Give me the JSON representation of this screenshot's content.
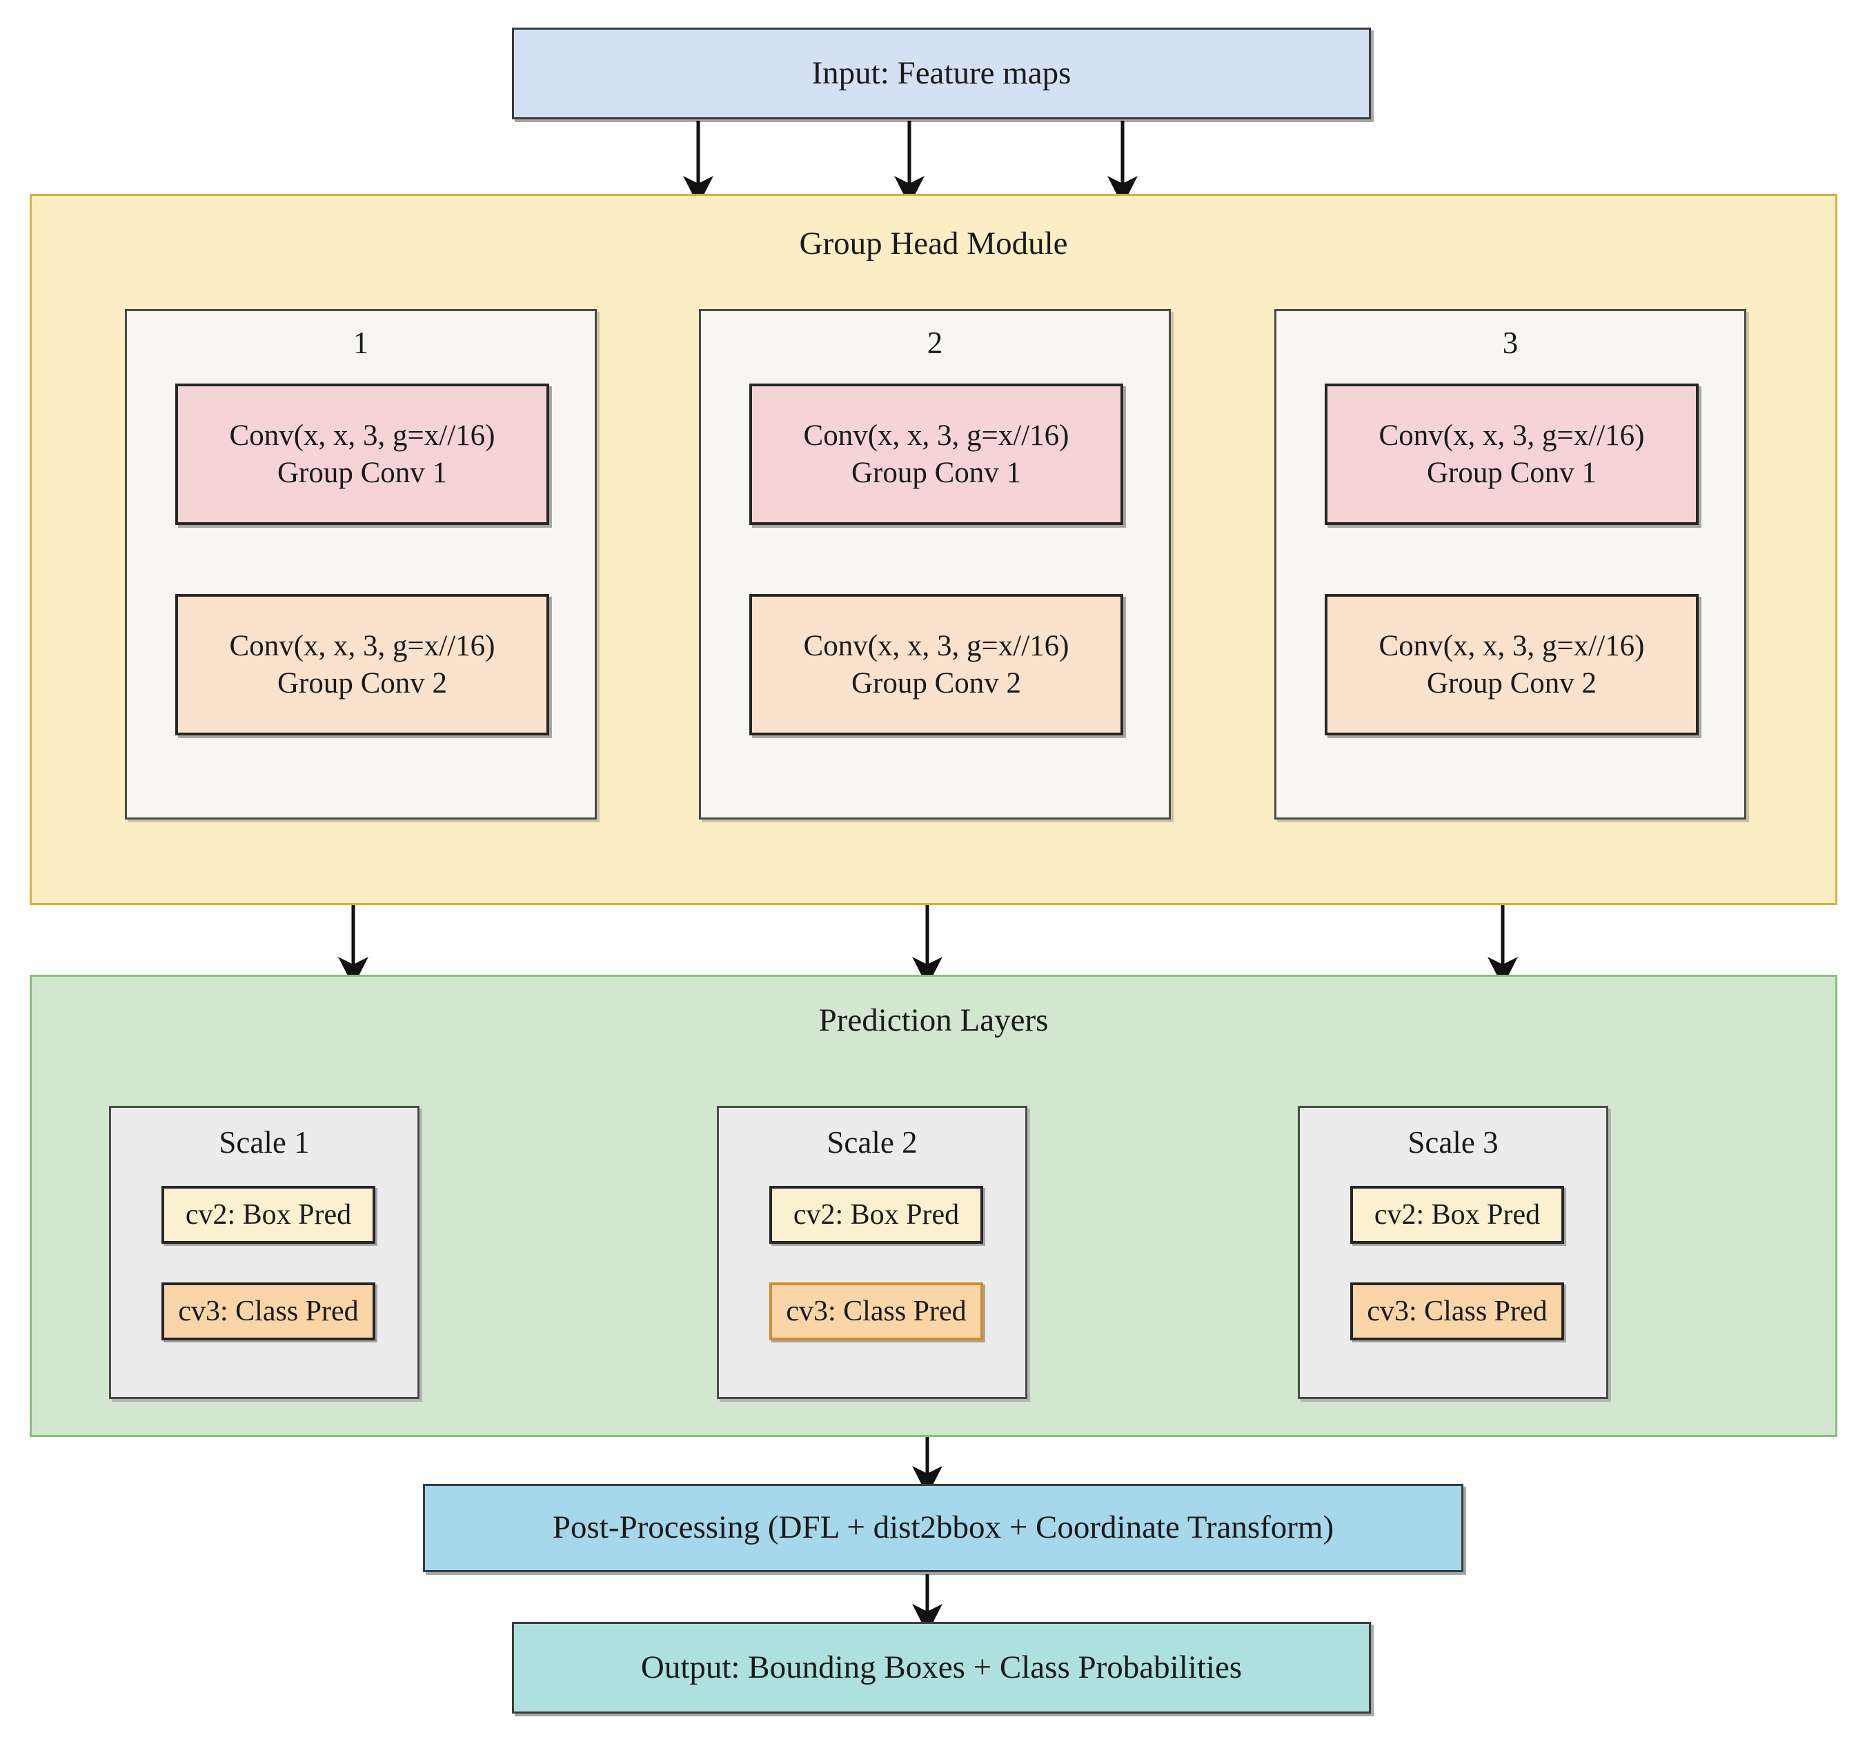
{
  "diagram": {
    "title": "Group Head Module detection architecture",
    "input": {
      "label": "Input: Feature maps"
    },
    "group_head_module": {
      "title": "Group Head Module",
      "groups": [
        {
          "index": "1",
          "conv1": {
            "line1": "Conv(x, x, 3, g=x//16)",
            "line2": "Group Conv 1"
          },
          "conv2": {
            "line1": "Conv(x, x, 3, g=x//16)",
            "line2": "Group Conv 2"
          }
        },
        {
          "index": "2",
          "conv1": {
            "line1": "Conv(x, x, 3, g=x//16)",
            "line2": "Group Conv 1"
          },
          "conv2": {
            "line1": "Conv(x, x, 3, g=x//16)",
            "line2": "Group Conv 2"
          }
        },
        {
          "index": "3",
          "conv1": {
            "line1": "Conv(x, x, 3, g=x//16)",
            "line2": "Group Conv 1"
          },
          "conv2": {
            "line1": "Conv(x, x, 3, g=x//16)",
            "line2": "Group Conv 2"
          }
        }
      ]
    },
    "prediction_layers": {
      "title": "Prediction Layers",
      "scales": [
        {
          "title": "Scale 1",
          "box_pred": "cv2: Box Pred",
          "class_pred": "cv3: Class Pred"
        },
        {
          "title": "Scale 2",
          "box_pred": "cv2: Box Pred",
          "class_pred": "cv3: Class Pred"
        },
        {
          "title": "Scale 3",
          "box_pred": "cv2: Box Pred",
          "class_pred": "cv3: Class Pred"
        }
      ]
    },
    "post_processing": {
      "label": "Post-Processing (DFL + dist2bbox + Coordinate Transform)"
    },
    "output": {
      "label": "Output: Bounding Boxes + Class Probabilities"
    },
    "colors": {
      "input_fill": "#D4E1F5",
      "module_yellow_fill": "#FBEDC4",
      "module_yellow_border": "#D9B03C",
      "module_green_fill": "#D3E6D0",
      "module_green_border": "#86BE7E",
      "group_panel_fill": "#F7F6F2",
      "conv1_fill": "#F6D4D6",
      "conv2_fill": "#FBE2CC",
      "scale_panel_fill": "#ECECEC",
      "box_pred_fill": "#FBF0CF",
      "class_pred_fill": "#F9D5A7",
      "class_pred_alt_border": "#D38B2E",
      "post_fill": "#A6D7EA",
      "output_fill": "#AEE0E0",
      "arrow": "#111111"
    }
  }
}
